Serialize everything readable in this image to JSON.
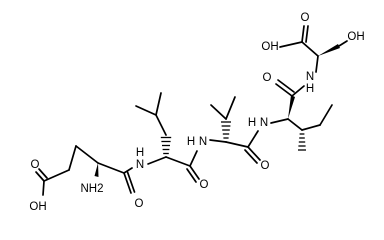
{
  "molecule": {
    "atom_labels": {
      "glu_acid_oh": "OH",
      "glu_acid_o": "O",
      "glu_amine": "NH2",
      "glu_carbonyl_o": "O",
      "leu_nh": "N",
      "leu_h_on_n": "H",
      "leu_carbonyl_o": "O",
      "val_nh": "N",
      "val_h_on_n": "H",
      "val_carbonyl_o": "O",
      "ile_nh": "N",
      "ile_h_on_n": "H",
      "ile_carbonyl_o": "O",
      "ser_nh": "N",
      "ser_h_on_n": "H",
      "ser_acid_oh": "OH",
      "ser_acid_o": "O",
      "ser_oh": "OH"
    },
    "colors": {
      "ink": "#000000",
      "background": "#ffffff"
    }
  }
}
